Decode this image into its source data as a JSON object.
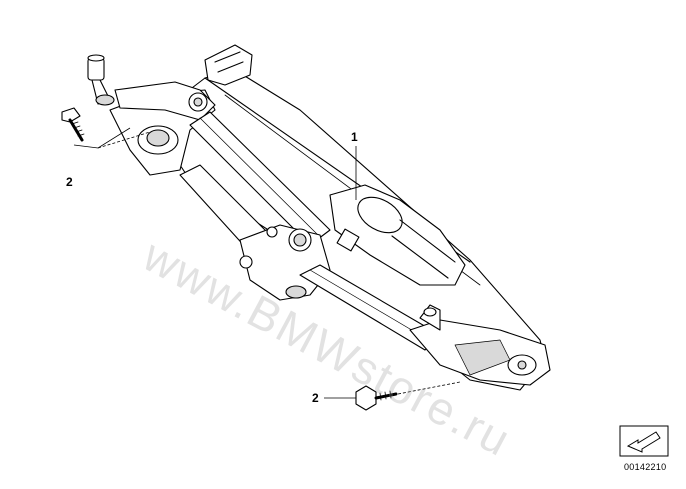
{
  "callouts": {
    "part_1": "1",
    "part_2_upper": "2",
    "part_2_lower": "2"
  },
  "watermark_text": "www.BMWstore.ru",
  "reference_number": "00142210",
  "colors": {
    "line": "#000000",
    "shade": "#d9d9d9",
    "watermark": "#969696"
  },
  "icons": {
    "nav": "arrow-box-icon"
  }
}
